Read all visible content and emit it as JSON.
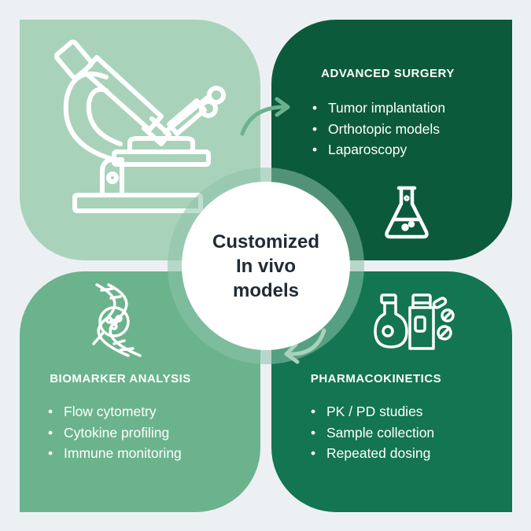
{
  "center": {
    "lines": [
      "Customized",
      "In vivo",
      "models"
    ]
  },
  "quadrants": {
    "advanced_surgery": {
      "title": "ADVANCED SURGERY",
      "items": [
        "Tumor implantation",
        "Orthotopic models",
        "Laparoscopy"
      ],
      "icon": "flask-icon",
      "color": "#0c5a3c"
    },
    "biomarker_analysis": {
      "title": "BIOMARKER ANALYSIS",
      "items": [
        "Flow cytometry",
        "Cytokine profiling",
        "Immune monitoring"
      ],
      "icon": "dna-magnifier-icon",
      "color": "#6bb38d"
    },
    "pharmacokinetics": {
      "title": "PHARMACOKINETICS",
      "items": [
        "PK / PD studies",
        "Sample collection",
        "Repeated dosing"
      ],
      "icon": "medicine-bottles-icon",
      "color": "#137552"
    },
    "microscope": {
      "icon": "microscope-icon",
      "color": "#a9d2bb"
    }
  },
  "colors": {
    "background": "#edf0f3",
    "ring": "#8cc3aa",
    "center_text": "#1f2a35"
  }
}
